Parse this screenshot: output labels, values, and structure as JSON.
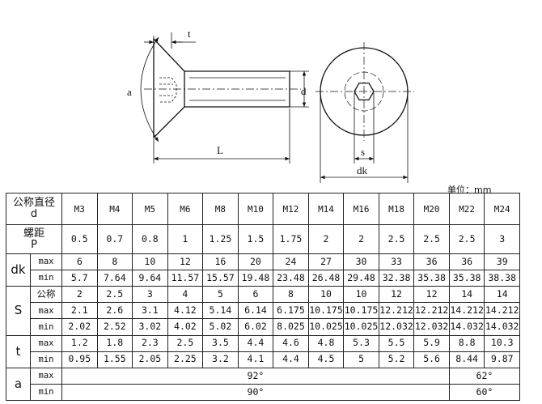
{
  "drawing_labels": {
    "t": "t",
    "a": "a",
    "d": "d",
    "L": "L",
    "s": "s",
    "dk": "dk"
  },
  "unit_label": "单位：mm",
  "table": {
    "header": {
      "line1": "公称直径",
      "line2": "d"
    },
    "sizes": [
      "M3",
      "M4",
      "M5",
      "M6",
      "M8",
      "M10",
      "M12",
      "M14",
      "M16",
      "M18",
      "M20",
      "M22",
      "M24"
    ],
    "pitch": {
      "line1": "螺距",
      "line2": "P",
      "values": [
        "0.5",
        "0.7",
        "0.8",
        "1",
        "1.25",
        "1.5",
        "1.75",
        "2",
        "2",
        "2.5",
        "2.5",
        "2.5",
        "3"
      ]
    },
    "dk": {
      "label": "dk",
      "max": {
        "label": "max",
        "values": [
          "6",
          "8",
          "10",
          "12",
          "16",
          "20",
          "24",
          "27",
          "30",
          "33",
          "36",
          "36",
          "39"
        ]
      },
      "min": {
        "label": "min",
        "values": [
          "5.7",
          "7.64",
          "9.64",
          "11.57",
          "15.57",
          "19.48",
          "23.48",
          "26.48",
          "29.48",
          "32.38",
          "35.38",
          "35.38",
          "38.38"
        ]
      }
    },
    "s": {
      "label": "S",
      "nom": {
        "label": "公称",
        "values": [
          "2",
          "2.5",
          "3",
          "4",
          "5",
          "6",
          "8",
          "10",
          "10",
          "12",
          "12",
          "14",
          "14"
        ]
      },
      "max": {
        "label": "max",
        "values": [
          "2.1",
          "2.6",
          "3.1",
          "4.12",
          "5.14",
          "6.14",
          "6.175",
          "10.175",
          "10.175",
          "12.212",
          "12.212",
          "14.212",
          "14.212"
        ]
      },
      "min": {
        "label": "min",
        "values": [
          "2.02",
          "2.52",
          "3.02",
          "4.02",
          "5.02",
          "6.02",
          "8.025",
          "10.025",
          "10.025",
          "12.032",
          "12.032",
          "14.032",
          "14.032"
        ]
      }
    },
    "t": {
      "label": "t",
      "max": {
        "label": "max",
        "values": [
          "1.2",
          "1.8",
          "2.3",
          "2.5",
          "3.5",
          "4.4",
          "4.6",
          "4.8",
          "5.3",
          "5.5",
          "5.9",
          "8.8",
          "10.3"
        ]
      },
      "min": {
        "label": "min",
        "values": [
          "0.95",
          "1.55",
          "2.05",
          "2.25",
          "3.2",
          "4.1",
          "4.4",
          "4.5",
          "5",
          "5.2",
          "5.6",
          "8.44",
          "9.87"
        ]
      }
    },
    "a": {
      "label": "a",
      "max": {
        "label": "max",
        "value_a": "92°",
        "value_b": "62°"
      },
      "min": {
        "label": "min",
        "value_a": "90°",
        "value_b": "60°"
      }
    }
  }
}
